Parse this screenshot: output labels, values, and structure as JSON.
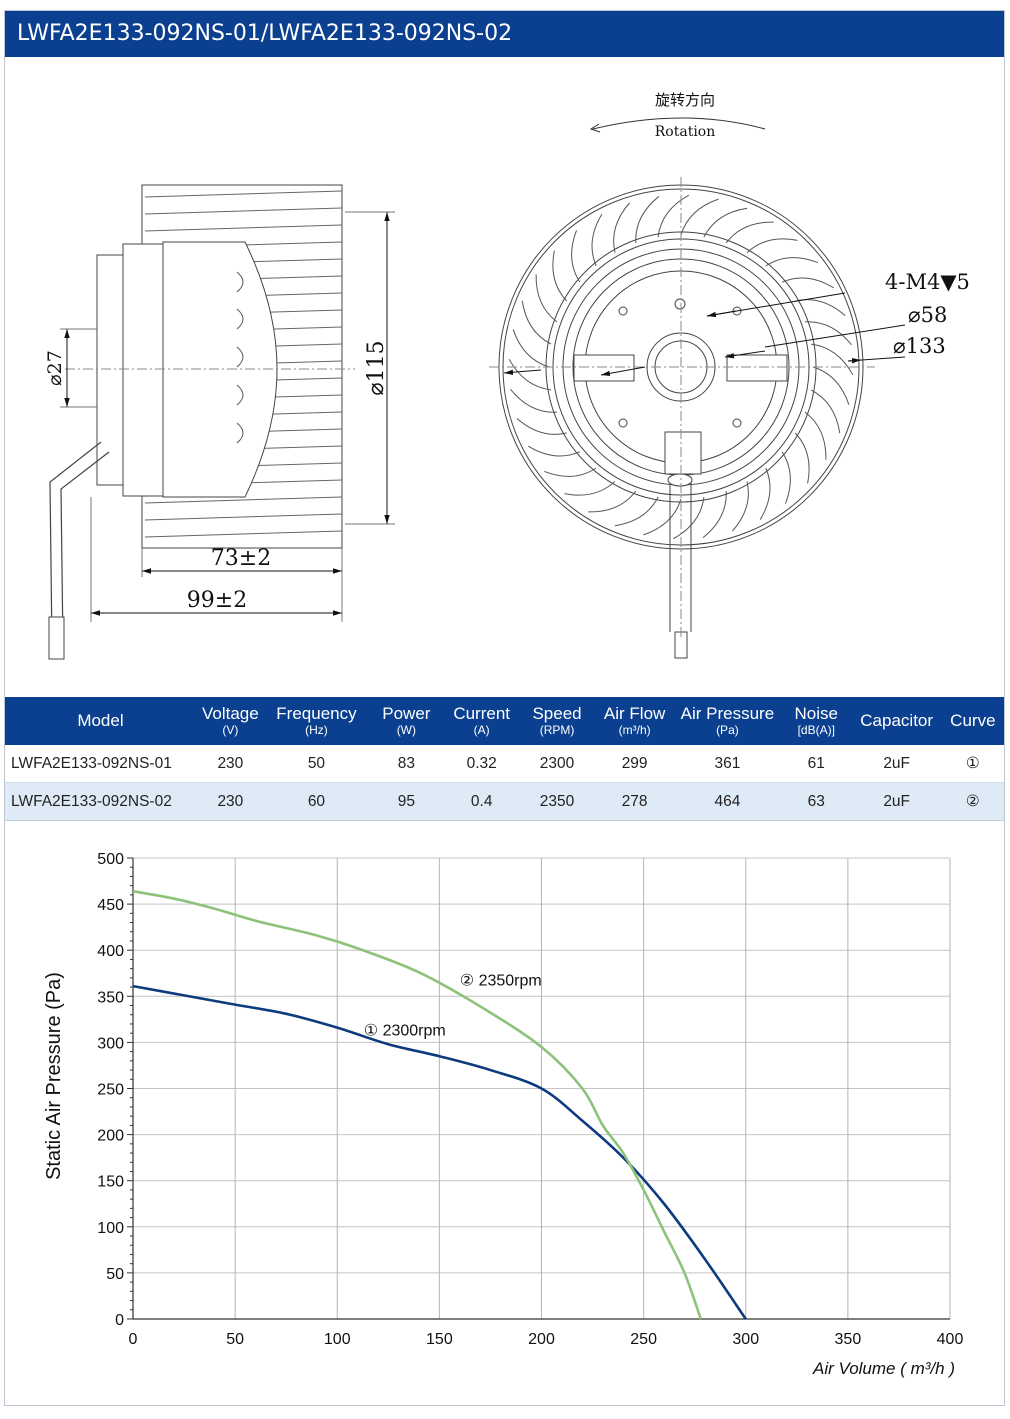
{
  "title": "LWFA2E133-092NS-01/LWFA2E133-092NS-02",
  "drawing": {
    "rotation_cn": "旋转方向",
    "rotation_en": "Rotation",
    "dim_shaft": "⌀27",
    "dim_height": "⌀115",
    "dim_width_inner": "73±2",
    "dim_width_outer": "99±2",
    "dim_holes": "4-M4▼5",
    "dim_bolt_circle": "⌀58",
    "dim_outer": "⌀133"
  },
  "table": {
    "headers": [
      {
        "label": "Model",
        "unit": ""
      },
      {
        "label": "Voltage",
        "unit": "(V)"
      },
      {
        "label": "Frequency",
        "unit": "(Hz)"
      },
      {
        "label": "Power",
        "unit": "(W)"
      },
      {
        "label": "Current",
        "unit": "(A)"
      },
      {
        "label": "Speed",
        "unit": "(RPM)"
      },
      {
        "label": "Air Flow",
        "unit": "(m³/h)"
      },
      {
        "label": "Air Pressure",
        "unit": "(Pa)"
      },
      {
        "label": "Noise",
        "unit": "[dB(A)]"
      },
      {
        "label": "Capacitor",
        "unit": ""
      },
      {
        "label": "Curve",
        "unit": ""
      }
    ],
    "rows": [
      [
        "LWFA2E133-092NS-01",
        "230",
        "50",
        "83",
        "0.32",
        "2300",
        "299",
        "361",
        "61",
        "2uF",
        "①"
      ],
      [
        "LWFA2E133-092NS-02",
        "230",
        "60",
        "95",
        "0.4",
        "2350",
        "278",
        "464",
        "63",
        "2uF",
        "②"
      ]
    ]
  },
  "chart_data": {
    "type": "line",
    "xlabel": "Air Volume ( m³/h )",
    "ylabel": "Static Air Pressure  (Pa)",
    "xlim": [
      0,
      400
    ],
    "ylim": [
      0,
      500
    ],
    "xticks": [
      0,
      50,
      100,
      150,
      200,
      250,
      300,
      350,
      400
    ],
    "yticks": [
      0,
      50,
      100,
      150,
      200,
      250,
      300,
      350,
      400,
      450,
      500
    ],
    "grid": true,
    "series": [
      {
        "name": "① 2300rpm",
        "color": "#0d3b7e",
        "label_at": [
          113,
          314
        ],
        "x": [
          0,
          25,
          50,
          75,
          100,
          125,
          150,
          175,
          200,
          220,
          240,
          260,
          280,
          300
        ],
        "y": [
          361,
          351,
          341,
          331,
          316,
          298,
          285,
          270,
          250,
          215,
          175,
          125,
          65,
          0
        ]
      },
      {
        "name": "② 2350rpm",
        "color": "#8cc37a",
        "label_at": [
          160,
          368
        ],
        "x": [
          0,
          20,
          40,
          60,
          90,
          110,
          140,
          170,
          200,
          220,
          230,
          240,
          250,
          260,
          270,
          278
        ],
        "y": [
          464,
          456,
          445,
          432,
          416,
          402,
          376,
          339,
          295,
          250,
          210,
          180,
          140,
          95,
          50,
          0
        ]
      }
    ]
  }
}
